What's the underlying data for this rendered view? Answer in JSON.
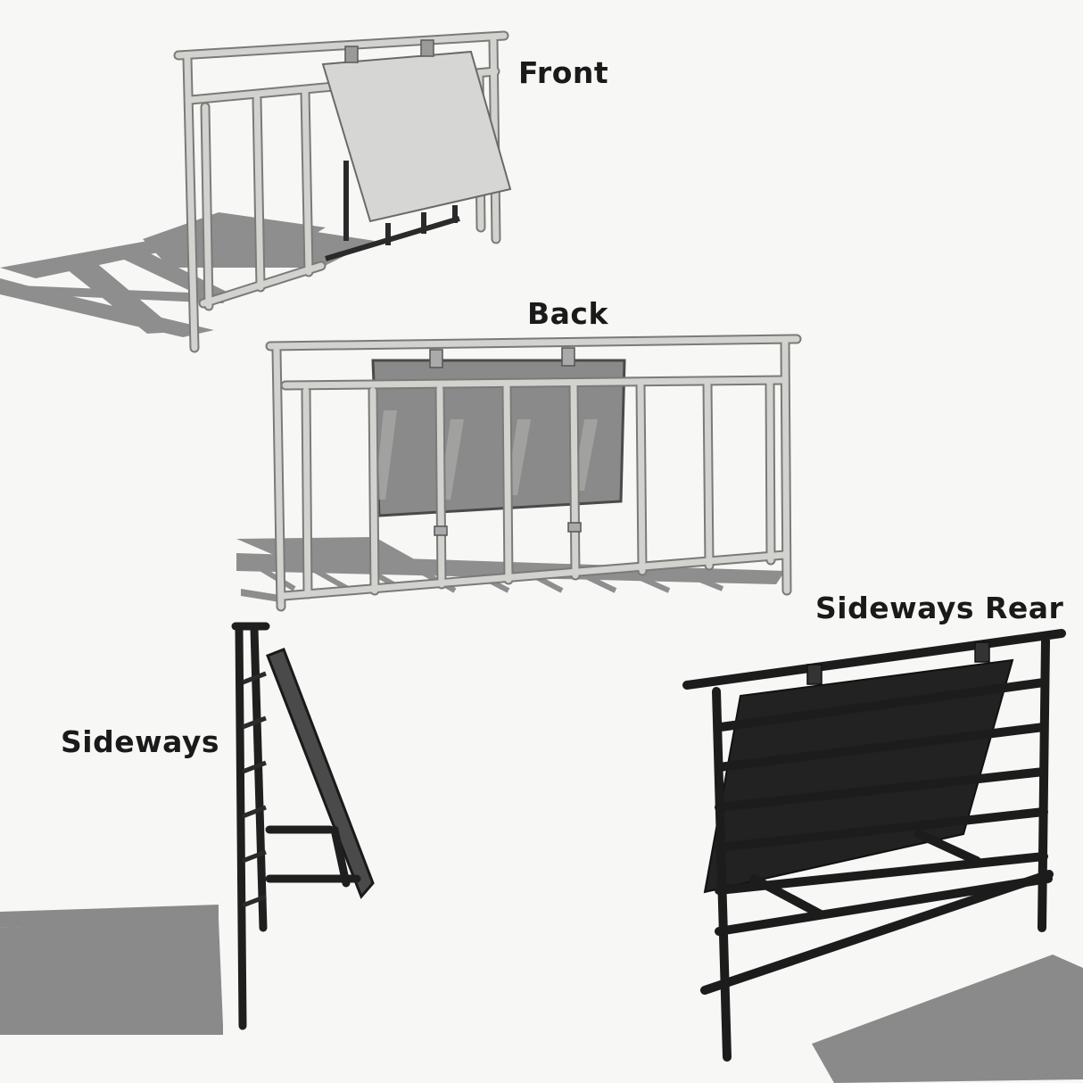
{
  "labels": {
    "front": "Front",
    "back": "Back",
    "sideways": "Sideways",
    "sideways_rear": "Sideways Rear"
  },
  "colors": {
    "background": "#f7f7f5",
    "rail_light": "#c9c9c6",
    "rail_light_outline": "#7a7a78",
    "panel_light": "#d6d6d4",
    "panel_dark": "#3a3a3a",
    "rail_dark": "#1f1f1f",
    "shadow": "#8c8c8c",
    "label_text": "#1a1a1a"
  }
}
